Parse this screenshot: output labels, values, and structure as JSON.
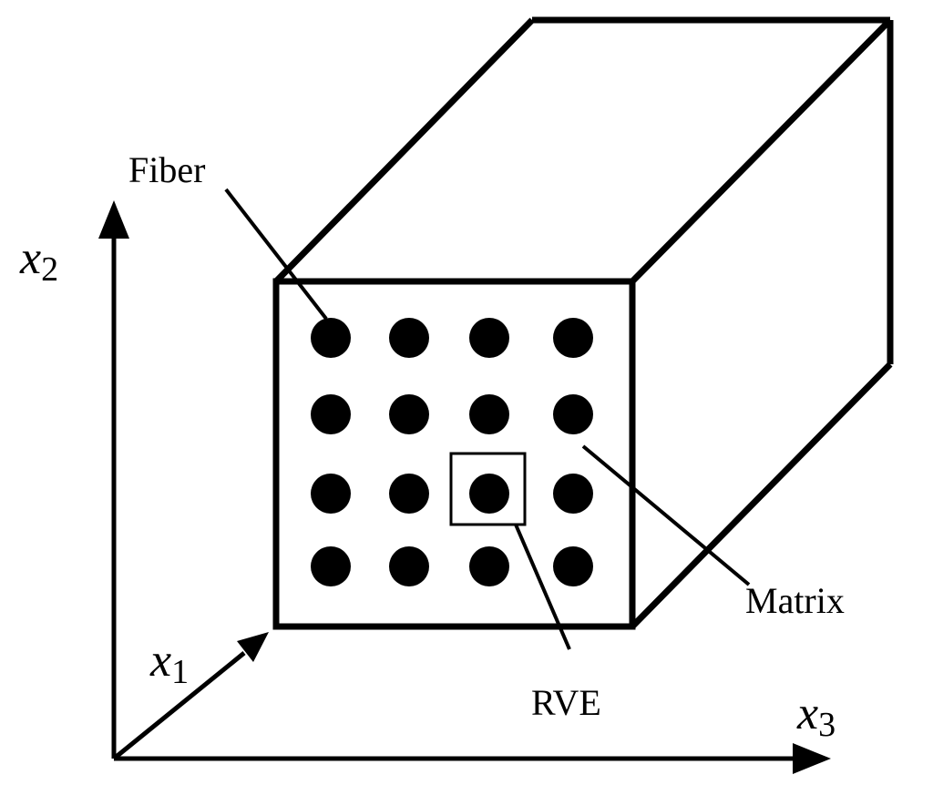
{
  "labels": {
    "fiber": "Fiber",
    "matrix": "Matrix",
    "rve": "RVE"
  },
  "axes": {
    "x1": {
      "var": "x",
      "sub": "1"
    },
    "x2": {
      "var": "x",
      "sub": "2"
    },
    "x3": {
      "var": "x",
      "sub": "3"
    }
  },
  "fiber_grid": {
    "rows": 4,
    "cols": 4
  },
  "colors": {
    "ink": "#000000",
    "background": "#ffffff"
  }
}
